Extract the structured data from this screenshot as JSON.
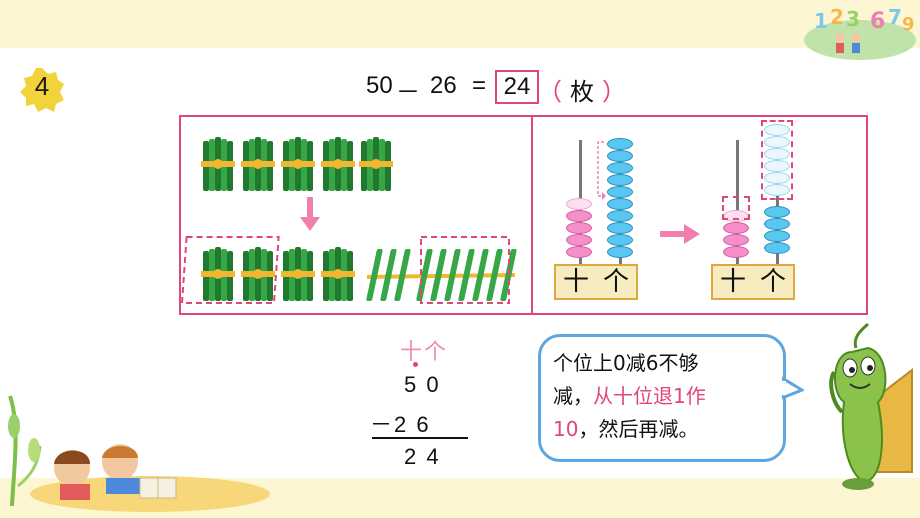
{
  "problem": {
    "number": "4",
    "left": "50",
    "minus": "－",
    "right": "26",
    "equals": "=",
    "answer": "24",
    "paren_open": "（",
    "unit": "枚",
    "paren_close": "）"
  },
  "abacus": {
    "before": {
      "tens_label": "十",
      "ones_label": "个"
    },
    "after": {
      "tens_label": "十",
      "ones_label": "个"
    }
  },
  "vertical": {
    "place_header": "十个",
    "row1": "5 0",
    "row2": "－2 6",
    "result": "2 4"
  },
  "bubble": {
    "line1": "个位上0减6不够",
    "line2_plain": "减，",
    "line2_pink": "从十位退1作",
    "line3_pink": "10",
    "line3_plain": "，然后再减。"
  },
  "colors": {
    "accent": "#e0457b",
    "bubble_border": "#5ea6e0",
    "bead_pink": "#f48fc8",
    "bead_blue": "#59c7f0",
    "stick_green": "#2e9b3e"
  }
}
